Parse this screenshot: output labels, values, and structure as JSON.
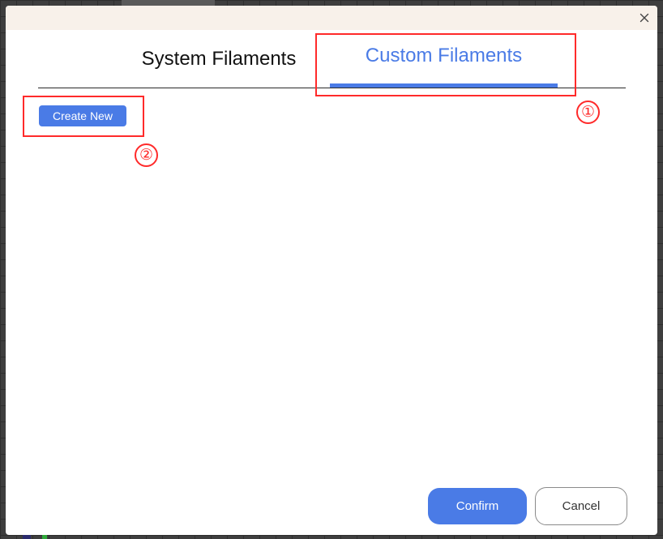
{
  "dialog": {
    "close_icon": "close-icon",
    "tabs": [
      {
        "label": "System Filaments",
        "selected": false
      },
      {
        "label": "Custom Filaments",
        "selected": true
      }
    ],
    "create_new_label": "Create New",
    "confirm_label": "Confirm",
    "cancel_label": "Cancel"
  },
  "annotations": {
    "markers": [
      {
        "label": "①"
      },
      {
        "label": "②"
      }
    ],
    "color": "#ff2a2a"
  },
  "colors": {
    "accent": "#4a7be6",
    "title_bar": "#f8f1ea",
    "dialog_background": "#ffffff"
  }
}
